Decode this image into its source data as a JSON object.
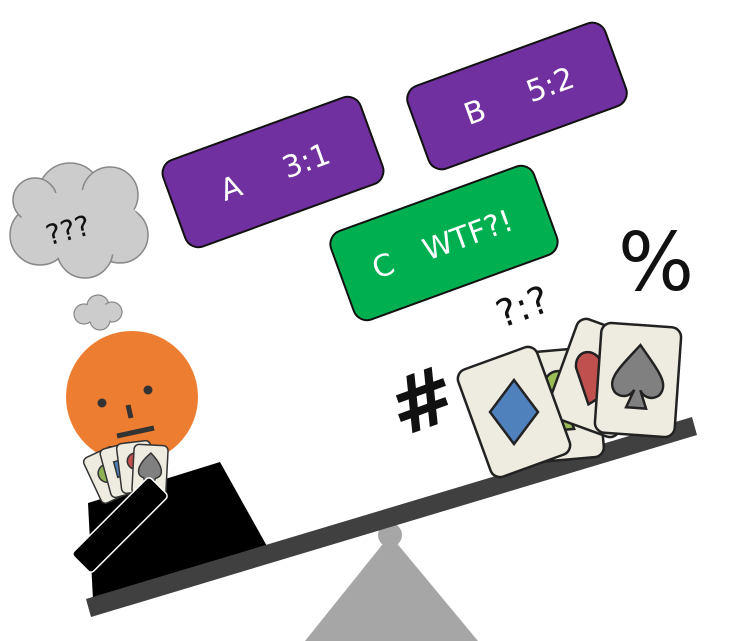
{
  "colors": {
    "purple": "#7030A0",
    "green": "#00B050",
    "orange": "#ED7D31",
    "cloud": "#CCCCCC",
    "beam": "#404040",
    "fulcrum": "#A6A6A6"
  },
  "options": [
    {
      "letter": "A",
      "odds": "3:1"
    },
    {
      "letter": "B",
      "odds": "5:2"
    },
    {
      "letter": "C",
      "odds": "WTF?!"
    }
  ],
  "thought": "???",
  "scribbles": {
    "ratio": "?:?",
    "percent": "%",
    "hash": "#"
  }
}
